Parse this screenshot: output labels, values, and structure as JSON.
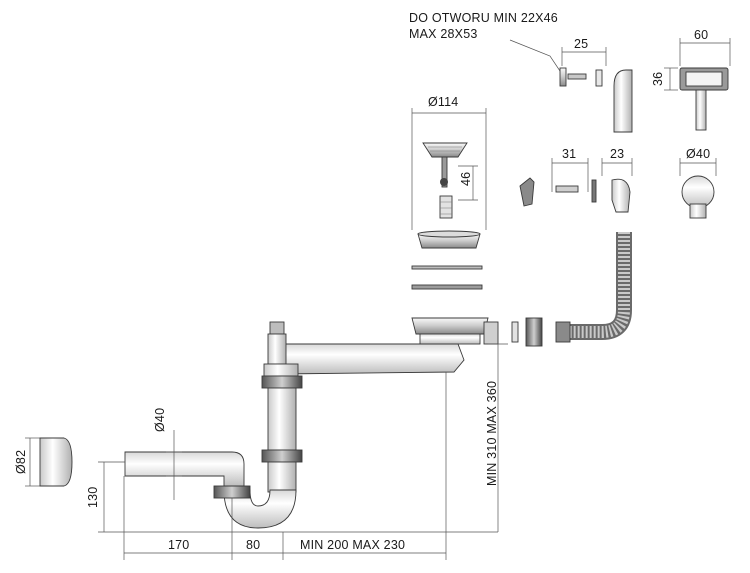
{
  "note": {
    "line1": "DO OTWORU MIN 22X46",
    "line2": "MAX 28X53"
  },
  "dimensions": {
    "width_25": "25",
    "width_60": "60",
    "height_36": "36",
    "dia_114": "Ø114",
    "height_46": "46",
    "width_31": "31",
    "width_23": "23",
    "dia_40_top": "Ø40",
    "dia_40_trap": "Ø40",
    "dia_82": "Ø82",
    "height_130": "130",
    "len_170": "170",
    "len_80": "80",
    "range_horizontal": "MIN 200 MAX 230",
    "range_vertical": "MIN 310 MAX 360"
  },
  "colors": {
    "line": "#2b2b2b",
    "metal_light": "#e6e6e6",
    "metal_mid": "#b5b5b5",
    "metal_dark": "#6f6f6f",
    "plastic": "#f2f2f2"
  }
}
